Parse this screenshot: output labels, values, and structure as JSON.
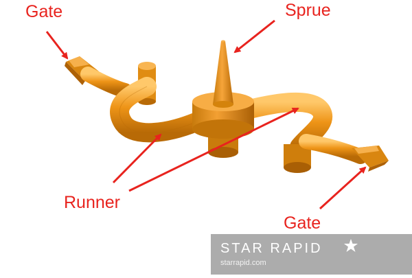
{
  "labels": {
    "gate_top_left": "Gate",
    "sprue": "Sprue",
    "runner": "Runner",
    "gate_bottom_right": "Gate"
  },
  "watermark": {
    "brand": "STAR RAPID",
    "url": "starrapid.com"
  },
  "colors": {
    "part": "#ee9417",
    "part_shadow": "#b86a06",
    "part_highlight": "#ffc86a",
    "label": "#e8231e",
    "arrow": "#e8231e",
    "watermark_bg": "#a0a0a0"
  },
  "icons": {
    "watermark_star": "star-icon"
  }
}
